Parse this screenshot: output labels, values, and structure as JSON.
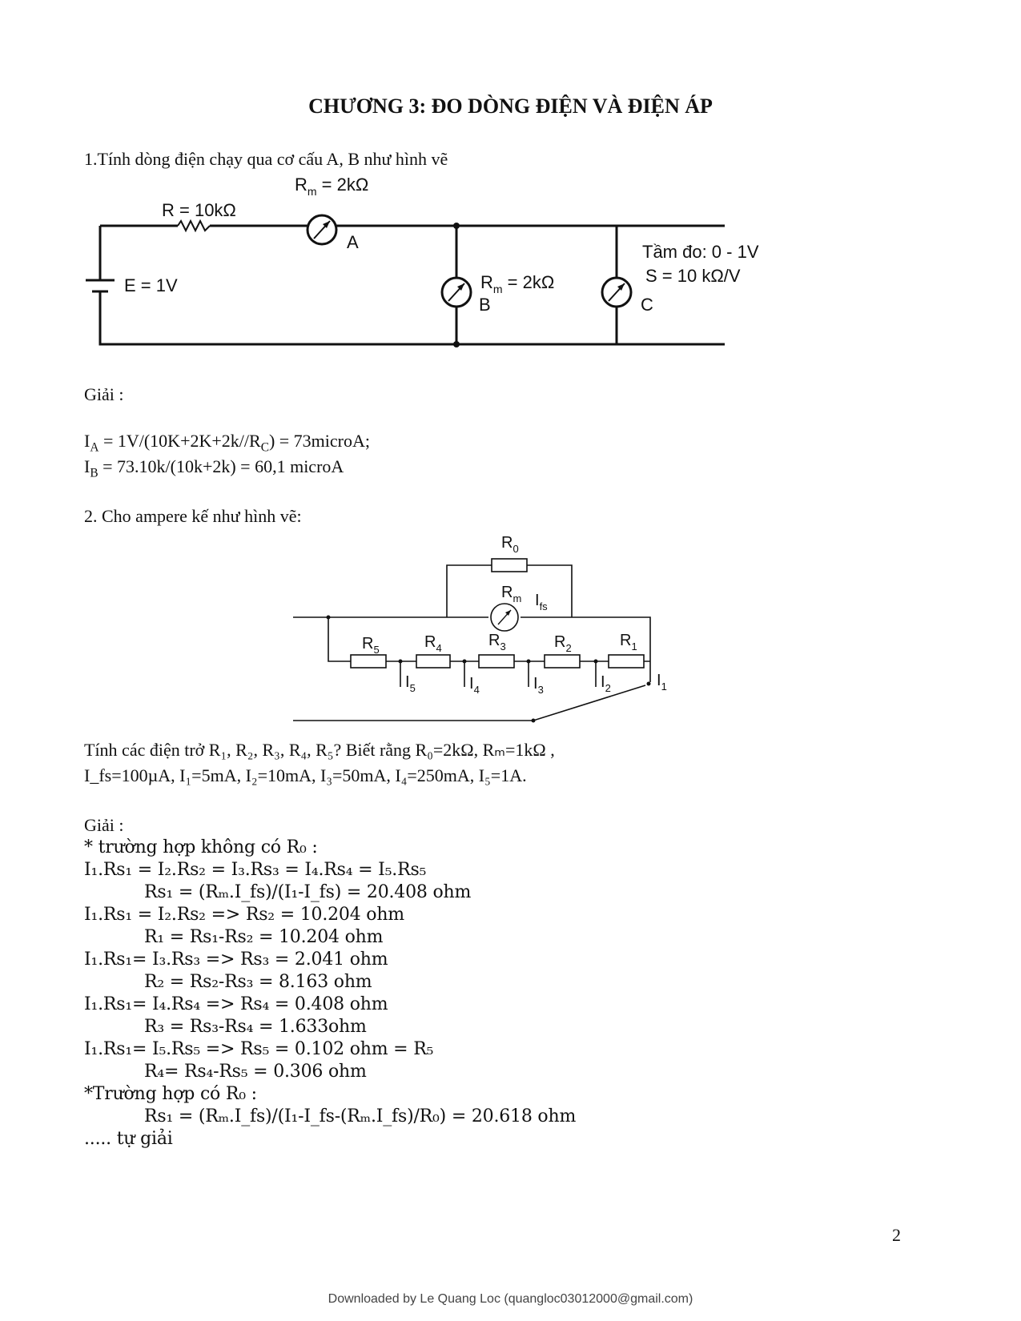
{
  "title": "CHƯƠNG 3: ĐO DÒNG ĐIỆN VÀ ĐIỆN ÁP",
  "problem1": {
    "statement": "1.Tính dòng điện chạy  qua cơ cấu A, B như hình vẽ",
    "circuit": {
      "r_label": "R = 10kΩ",
      "rm_a_prefix": "R",
      "rm_a_sub": "m",
      "rm_a_value": " = 2kΩ",
      "meter_a": "A",
      "e_label": "E = 1V",
      "rm_b_prefix": "R",
      "rm_b_sub": "m",
      "rm_b_value": " = 2kΩ",
      "meter_b": "B",
      "meter_c": "C",
      "range_label": "Tầm đo: 0 - 1V",
      "sensitivity_label": "S = 10 kΩ/V"
    },
    "solution_heading": "Giải :",
    "ia": {
      "prefix": "I",
      "sub": "A",
      "mid": " = 1V/(10K+2K+2k//R",
      "sub2": "C",
      "suffix": ") = 73microA;"
    },
    "ib": {
      "prefix": "I",
      "sub": "B",
      "suffix": " = 73.10k/(10k+2k) = 60,1 microA"
    }
  },
  "problem2": {
    "statement": "2. Cho ampere kế như hình vẽ:",
    "circuit": {
      "r0_main": "R",
      "r0_sub": "0",
      "rm_main": "R",
      "rm_sub": "m",
      "ifs_main": "I",
      "ifs_sub": "fs",
      "r5_main": "R",
      "r5_sub": "5",
      "r4_main": "R",
      "r4_sub": "4",
      "r3_main": "R",
      "r3_sub": "3",
      "r2_main": "R",
      "r2_sub": "2",
      "r1_main": "R",
      "r1_sub": "1",
      "i5_main": "I",
      "i5_sub": "5",
      "i4_main": "I",
      "i4_sub": "4",
      "i3_main": "I",
      "i3_sub": "3",
      "i2_main": "I",
      "i2_sub": "2",
      "i1_main": "I",
      "i1_sub": "1"
    },
    "question_line1": "Tính các điện trở R₁, R₂, R₃, R₄, R₅? Biết rằng R₀=2kΩ, Rₘ=1kΩ ,",
    "question_line2": " I_fs=100µA, I₁=5mA, I₂=10mA, I₃=50mA, I₄=250mA, I₅=1A.",
    "solution_heading": "Giải :",
    "solution_lines": [
      "* trường hợp không có R₀ :",
      "I₁.Rs₁ = I₂.Rs₂ = I₃.Rs₃ = I₄.Rs₄ = I₅.Rs₅",
      "Rs₁ = (Rₘ.I_fs)/(I₁-I_fs) = 20.408 ohm",
      "I₁.Rs₁ = I₂.Rs₂ => Rs₂ = 10.204 ohm",
      "R₁ = Rs₁-Rs₂ = 10.204 ohm",
      "I₁.Rs₁= I₃.Rs₃ => Rs₃ = 2.041 ohm",
      "R₂ = Rs₂-Rs₃ = 8.163 ohm",
      "I₁.Rs₁= I₄.Rs₄ => Rs₄ = 0.408 ohm",
      "R₃ = Rs₃-Rs₄ = 1.633ohm",
      "I₁.Rs₁= I₅.Rs₅ => Rs₅ = 0.102 ohm = R₅",
      "R₄= Rs₄-Rs₅ = 0.306 ohm",
      "*Trường hợp có R₀ :",
      "Rs₁ = (Rₘ.I_fs)/(I₁-I_fs-(Rₘ.I_fs)/R₀) = 20.618 ohm",
      "..... tự giải"
    ]
  },
  "page_number": "2",
  "footer": "Downloaded by Le Quang Loc (quangloc03012000@gmail.com)"
}
